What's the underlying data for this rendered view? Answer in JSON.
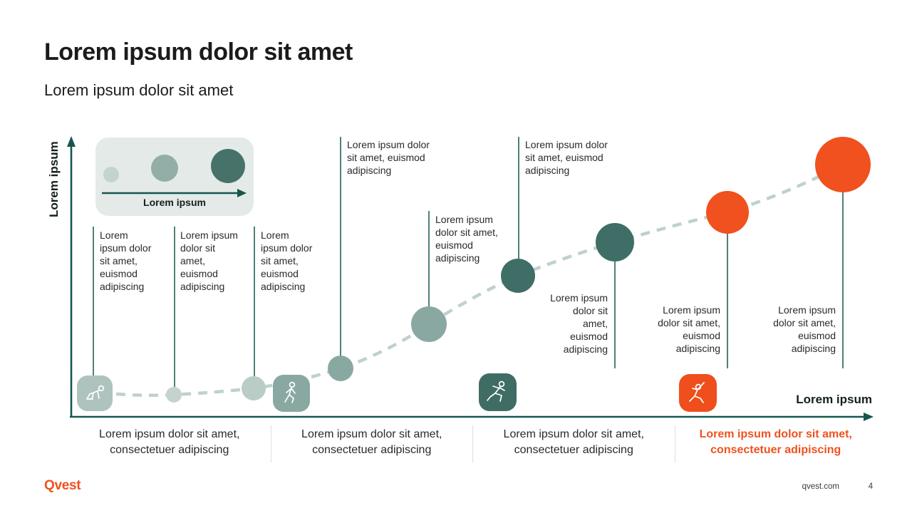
{
  "slide": {
    "title": "Lorem ipsum dolor sit amet",
    "subtitle": "Lorem ipsum dolor sit amet"
  },
  "axes": {
    "y_label": "Lorem ipsum",
    "x_label": "Lorem ipsum"
  },
  "legend": {
    "label": "Lorem ipsum",
    "bubble_sizes": [
      "small",
      "medium",
      "large"
    ]
  },
  "callouts": [
    {
      "text": "Lorem\nipsum dolor\nsit amet,\neuismod\nadipiscing"
    },
    {
      "text": "Lorem ipsum\ndolor sit\namet,\neuismod\nadipiscing"
    },
    {
      "text": "Lorem\nipsum dolor\nsit amet,\neuismod\nadipiscing"
    },
    {
      "text": "Lorem ipsum dolor\nsit amet, euismod\nadipiscing"
    },
    {
      "text": "Lorem ipsum\ndolor sit amet,\neuismod\nadipiscing"
    },
    {
      "text": "Lorem ipsum dolor\nsit amet, euismod\nadipiscing"
    },
    {
      "text": "Lorem ipsum\ndolor sit\namet,\neuismod\nadipiscing"
    },
    {
      "text": "Lorem ipsum\ndolor sit amet,\neuismod\nadipiscing"
    },
    {
      "text": "Lorem ipsum\ndolor sit amet,\neuismod\nadipiscing"
    }
  ],
  "stages": [
    {
      "label": "Lorem ipsum dolor sit amet,\nconsectetuer adipiscing",
      "highlighted": false
    },
    {
      "label": "Lorem ipsum dolor sit amet,\nconsectetuer adipiscing",
      "highlighted": false
    },
    {
      "label": "Lorem ipsum dolor sit amet,\nconsectetuer adipiscing",
      "highlighted": false
    },
    {
      "label": "Lorem ipsum dolor sit amet,\nconsectetuer adipiscing",
      "highlighted": true
    }
  ],
  "icons": [
    "crawling-person-icon",
    "walking-person-icon",
    "running-person-icon",
    "sprinting-person-icon"
  ],
  "footer": {
    "logo": "Qvest",
    "website": "qvest.com",
    "page_number": "4"
  },
  "colors": {
    "orange": "#f0511e",
    "dark_teal_axis": "#15574f",
    "teal_circle": "#3f6e66",
    "sage_circle": "#8aa8a2",
    "light_sage_circle": "#b9cdc6",
    "pale_sage_circle": "#c4d3ce",
    "legend_background": "#e4eae7",
    "curve_dash": "#bfd1cb",
    "divider_gray": "#dce1de"
  }
}
